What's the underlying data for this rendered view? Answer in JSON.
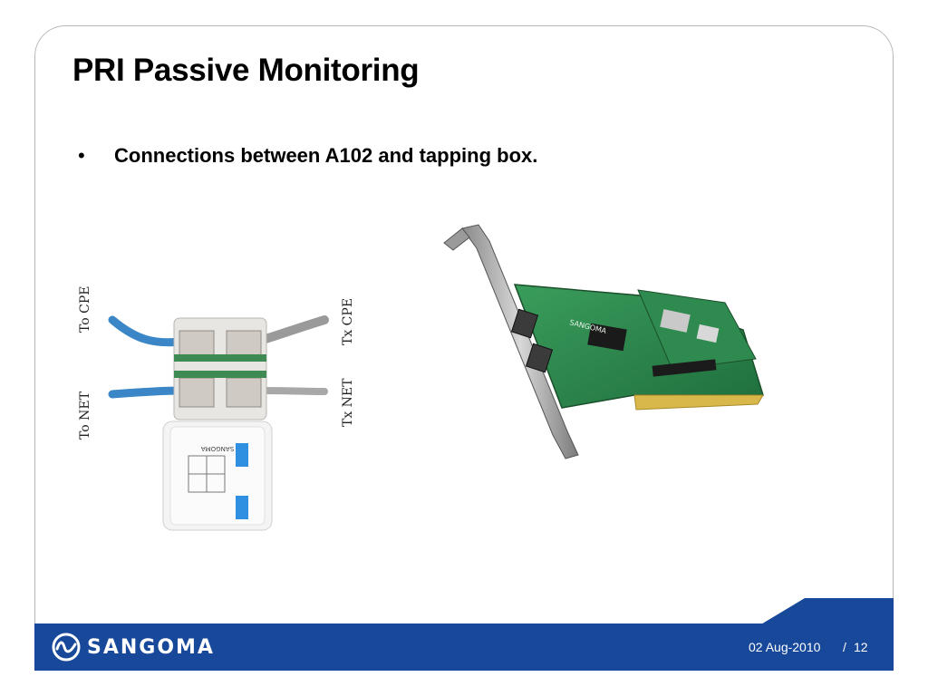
{
  "slide": {
    "title": "PRI Passive Monitoring",
    "bullets": [
      {
        "marker": "•",
        "text": "Connections between A102 and tapping box."
      }
    ]
  },
  "tap_figure": {
    "labels": [
      "To CPE",
      "To NET",
      "Tx CPE",
      "Tx NET"
    ],
    "box_brand": "SANGOMA"
  },
  "card_figure": {
    "brand": "SANGOMA"
  },
  "footer": {
    "logo_text": "SANGOMA",
    "date": "02 Aug-2010",
    "separator": "/",
    "page": "12"
  },
  "colors": {
    "footer_blue": "#17489a",
    "pcb_green": "#2e8a4e",
    "cable_blue": "#3a86c6"
  },
  "icons": {
    "logo": "sangoma-logo-icon"
  }
}
